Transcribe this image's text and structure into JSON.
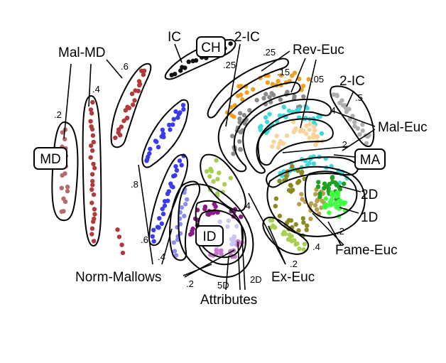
{
  "labels": {
    "md": "MD",
    "mal_md": "Mal-MD",
    "ic": "IC",
    "ch": "CH",
    "two_ic_top": "2-IC",
    "rev_euc": "Rev-Euc",
    "two_ic_right": "2-IC",
    "mal_euc": "Mal-Euc",
    "ma": "MA",
    "two_d_green": "2D",
    "one_d": "1D",
    "fame_euc": "Fame-Euc",
    "ex_euc": "Ex-Euc",
    "norm_mallows": "Norm-Mallows",
    "id": "ID",
    "attributes": "Attributes",
    "two_d_small": "2D",
    "five_d": "5D"
  },
  "params": {
    "md_2": ".2",
    "mal_md_4": ".4",
    "mal_md_6": ".6",
    "norm_8": ".8",
    "norm_6": ".6",
    "norm_4": ".4",
    "norm_2": ".2",
    "rev_25a": ".25",
    "rev_25b": ".25",
    "rev_15": ".15",
    "rev_05": ".05",
    "ic2_5": ".5",
    "maleuc_4": ".4",
    "maleuc_2": ".2",
    "exeuc_4": ".4",
    "exeuc_2": ".2",
    "fame_2": ".2",
    "fame_4": ".4"
  },
  "colors": {
    "md": "#b86a6a",
    "mal_md": "#b03a3a",
    "ic": "#111111",
    "norm_blue": "#3a3aee",
    "norm_light": "#8c8cf0",
    "ic2_top": "#f0a020",
    "ic2_gray": "#8a8a8a",
    "rev_tan": "#f2c27a",
    "rev_peach": "#f8d49a",
    "cyan": "#40d8d8",
    "gray_right": "#b0b0b0",
    "olive": "#8a8a20",
    "olive_light": "#b8a050",
    "green_dark": "#20a020",
    "green_bright": "#40ff40",
    "yellow_green": "#a8d050",
    "purple": "#8a1a8a",
    "violet": "#c878c8",
    "lavender": "#c8c8f0"
  }
}
